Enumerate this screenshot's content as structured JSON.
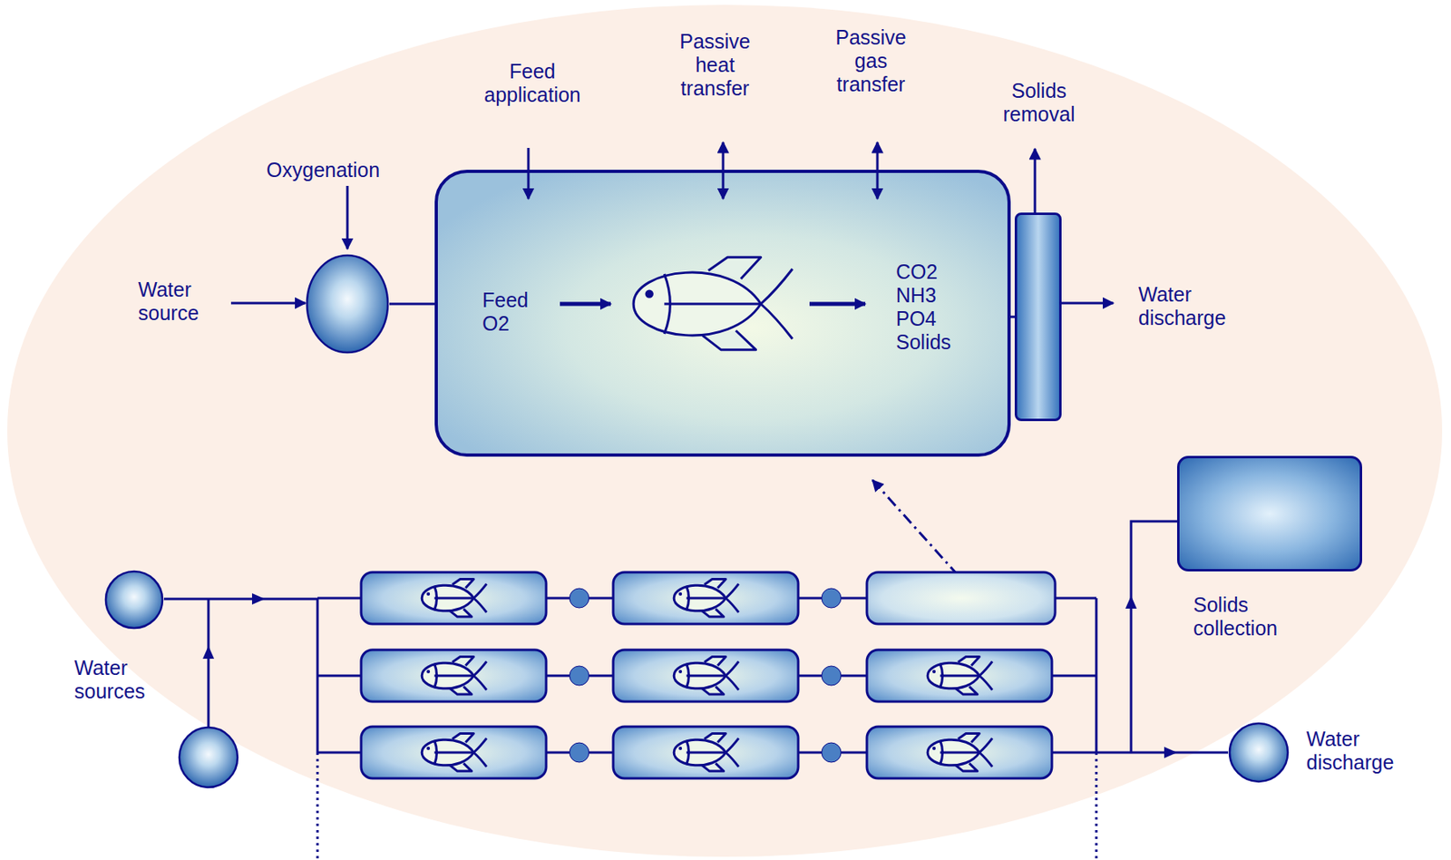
{
  "diagram": {
    "nodes": [
      {
        "text": [
          "Feed O2",
          "CO2 NH3 PO4 Solids"
        ]
      },
      {
        "text": [
          "Oxygenation"
        ]
      },
      {
        "text": [
          "Solids removal"
        ]
      },
      {
        "text": [
          "Water sources"
        ]
      },
      {
        "text": [
          "Solids collection"
        ]
      },
      {
        "text": [
          "Water discharge"
        ]
      }
    ],
    "edges": [
      {
        "from": 1,
        "to": 0,
        "arrow": "none"
      },
      {
        "from": 0,
        "to": 2,
        "arrow": "none"
      }
    ],
    "labels": [
      "Water source",
      "Feed application",
      "Passive heat transfer",
      "Passive gas transfer",
      "Water discharge"
    ]
  }
}
